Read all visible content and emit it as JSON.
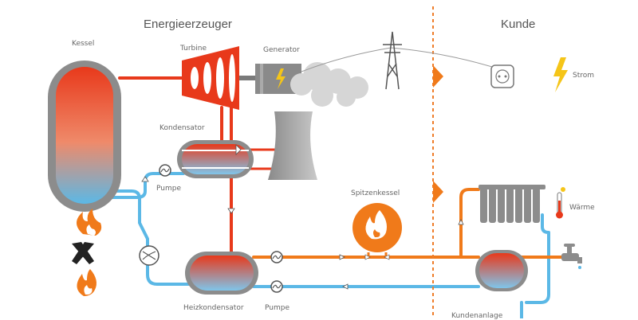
{
  "headers": {
    "producer": "Energieerzeuger",
    "customer": "Kunde"
  },
  "labels": {
    "boiler": "Kessel",
    "turbine": "Turbine",
    "generator": "Generator",
    "condenser": "Kondensator",
    "pump_upper": "Pumpe",
    "peak_boiler": "Spitzenkessel",
    "heat_condenser": "Heizkondensator",
    "pump_lower": "Pumpe",
    "power": "Strom",
    "heat": "Wärme",
    "customer_unit": "Kundenanlage"
  },
  "colors": {
    "hot": "#e8391b",
    "warm": "#f07a1a",
    "cold": "#5bb8e6",
    "grey_dark": "#7a7a7a",
    "grey_light": "#b5b5b5",
    "divider": "#ef7d2a",
    "bolt": "#f5c518"
  },
  "icons": [
    "fire-icon",
    "mining-hammers-icon",
    "gas-flame-icon",
    "lightning-icon",
    "thermometer-icon",
    "power-socket-icon",
    "pylon-icon",
    "radiator-icon",
    "tap-icon"
  ]
}
